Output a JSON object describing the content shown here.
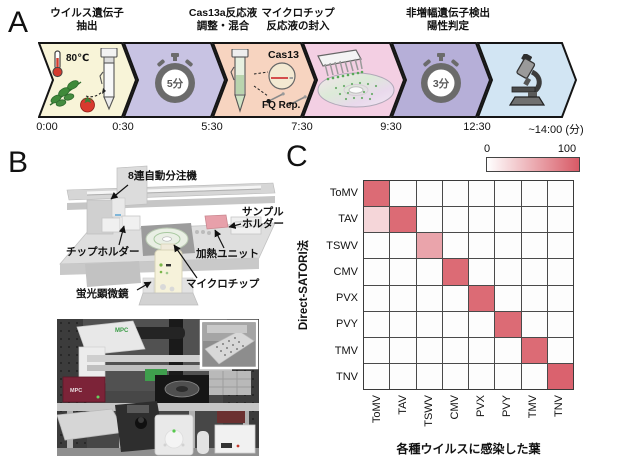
{
  "panel_labels": {
    "a": "A",
    "b": "B",
    "c": "C"
  },
  "workflow": {
    "step_headers": [
      {
        "text": "ウイルス遺伝子\n抽出"
      },
      {
        "text": "Cas13a反応液\n調整・混合"
      },
      {
        "text": "マイクロチップ\n反応液の封入"
      },
      {
        "text": "非増幅遺伝子検出\n陽性判定"
      }
    ],
    "chevron_colors": [
      "#f8f4d8",
      "#c8c3e3",
      "#f7d4c0",
      "#f3cfe3",
      "#b6afd8",
      "#d2e5f3"
    ],
    "labels": {
      "temperature": "80℃",
      "timer1": "5分",
      "cas13": "Cas13",
      "fq_reporter": "FQ Rep.",
      "timer2": "3分"
    },
    "timeline": [
      "0:00",
      "0:30",
      "5:30",
      "7:30",
      "9:30",
      "12:30",
      "~14:00 (分)"
    ]
  },
  "equipment": {
    "diagram_labels": [
      {
        "text": "8連自動分注機"
      },
      {
        "text": "サンプル\nホルダー"
      },
      {
        "text": "チップホルダー"
      },
      {
        "text": "加熱ユニット"
      },
      {
        "text": "マイクロチップ"
      },
      {
        "text": "蛍光顕微鏡"
      }
    ],
    "photo_logo": "MPC"
  },
  "chart_data": {
    "type": "heatmap",
    "x_categories": [
      "ToMV",
      "TAV",
      "TSWV",
      "CMV",
      "PVX",
      "PVY",
      "TMV",
      "TNV"
    ],
    "y_categories": [
      "ToMV",
      "TAV",
      "TSWV",
      "CMV",
      "PVX",
      "PVY",
      "TMV",
      "TNV"
    ],
    "xlabel": "各種ウイルスに感染した葉",
    "ylabel": "Direct-SATORI法",
    "colorbar": {
      "min_label": "0",
      "max_label": "100",
      "min_color": "#ffffff",
      "max_color": "#d85a66"
    },
    "values": [
      [
        90,
        0,
        0,
        0,
        0,
        0,
        0,
        0
      ],
      [
        25,
        90,
        0,
        0,
        0,
        0,
        0,
        0
      ],
      [
        0,
        0,
        55,
        0,
        0,
        0,
        0,
        0
      ],
      [
        0,
        0,
        0,
        90,
        0,
        0,
        0,
        0
      ],
      [
        0,
        0,
        0,
        0,
        90,
        0,
        0,
        0
      ],
      [
        0,
        0,
        0,
        0,
        0,
        90,
        0,
        0
      ],
      [
        0,
        0,
        0,
        0,
        0,
        0,
        90,
        0
      ],
      [
        0,
        0,
        0,
        0,
        0,
        0,
        0,
        95
      ]
    ],
    "grid": true,
    "gridline_color": "#4a4a4a",
    "legend_position": "top-right"
  }
}
